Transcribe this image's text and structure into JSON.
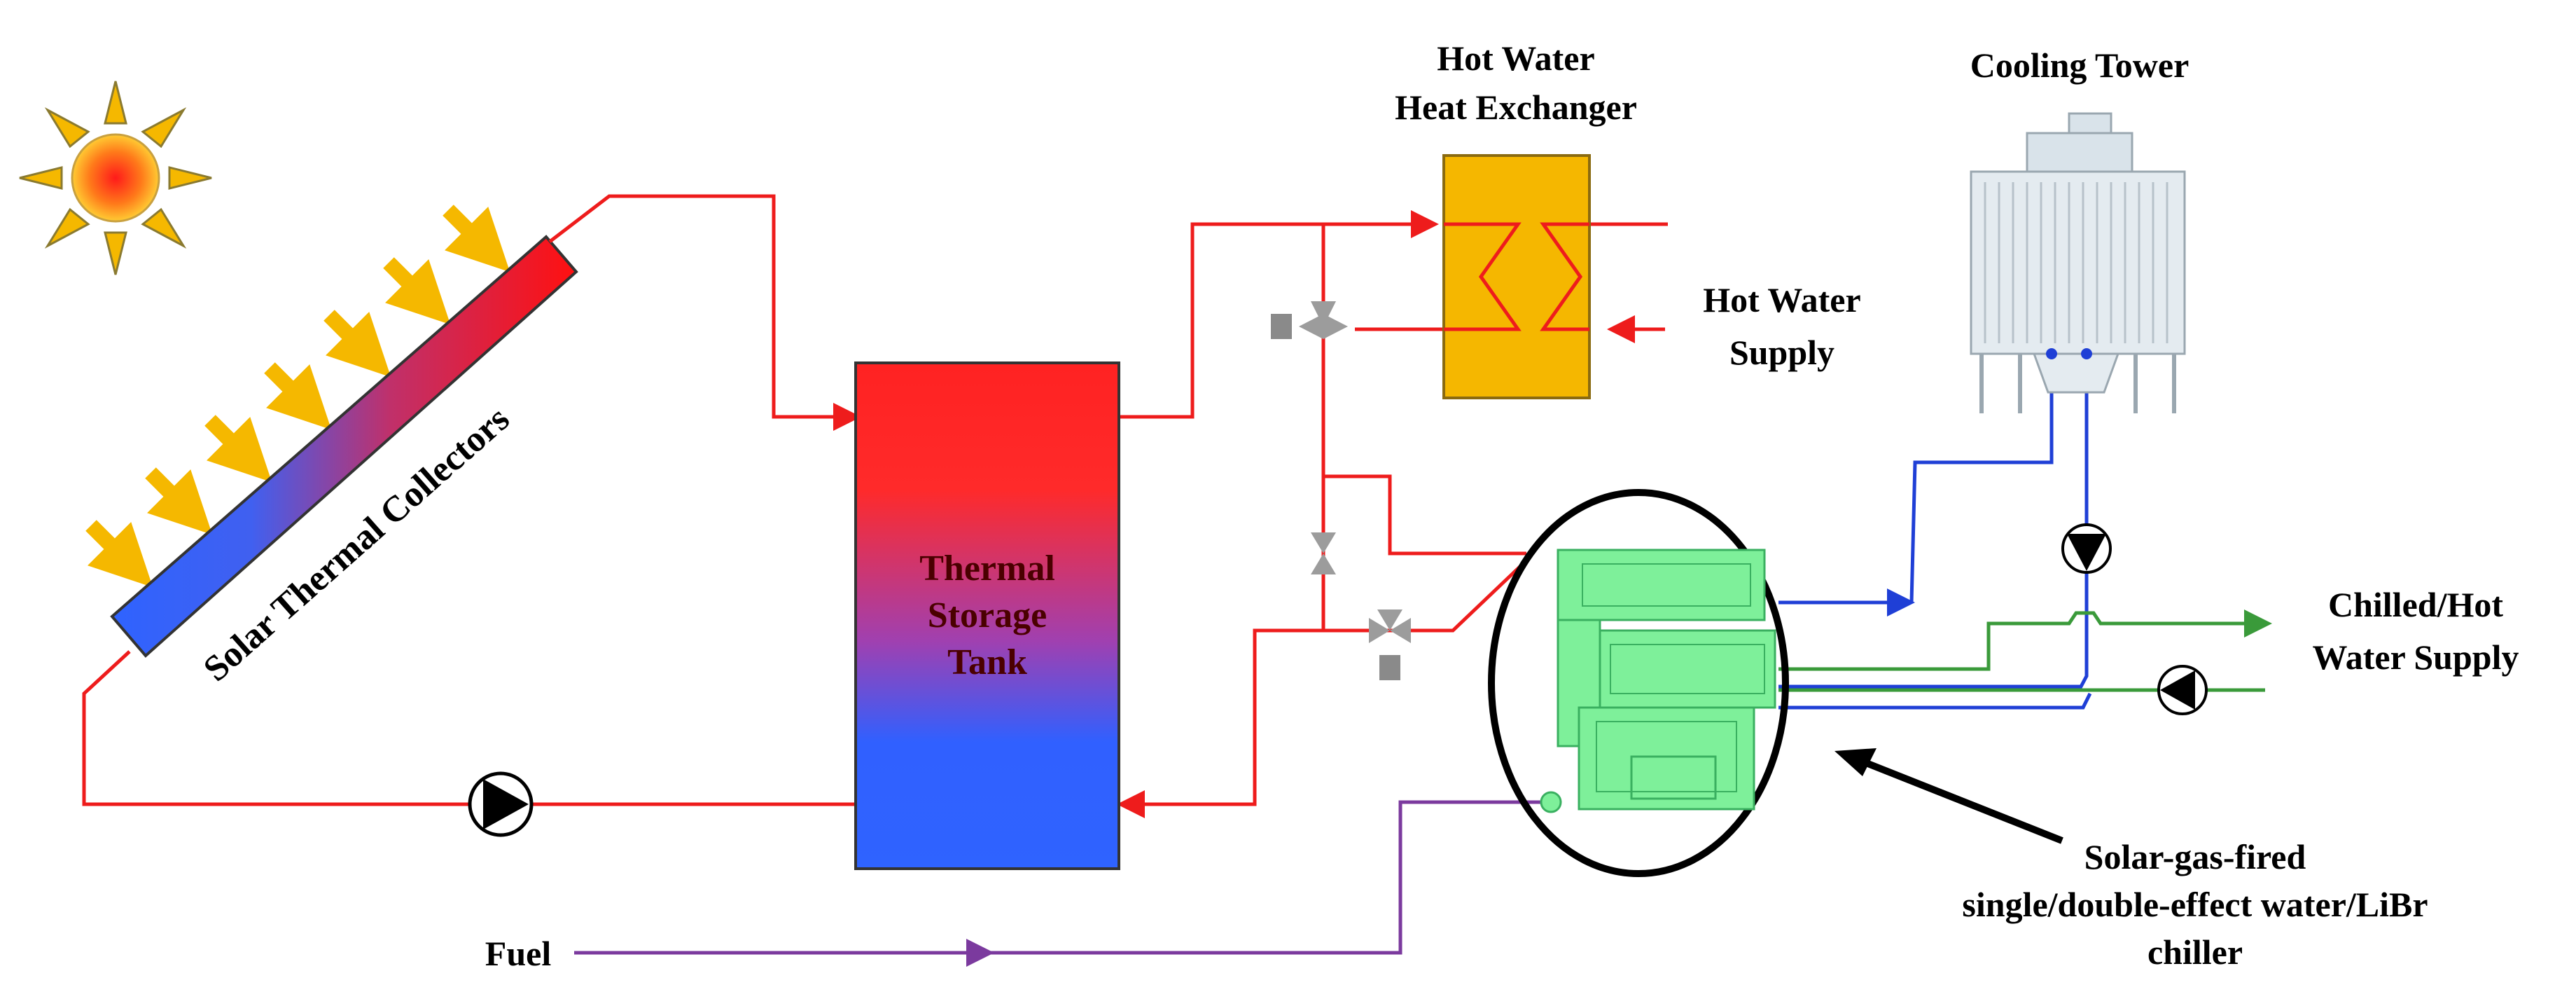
{
  "labels": {
    "solar_collectors": "Solar Thermal Collectors",
    "storage_tank_line1": "Thermal",
    "storage_tank_line2": "Storage",
    "storage_tank_line3": "Tank",
    "heat_exchanger_line1": "Hot Water",
    "heat_exchanger_line2": "Heat Exchanger",
    "cooling_tower": "Cooling Tower",
    "hot_water_supply_line1": "Hot Water",
    "hot_water_supply_line2": "Supply",
    "chilled_supply_line1": "Chilled/Hot",
    "chilled_supply_line2": "Water Supply",
    "chiller_line1": "Solar-gas-fired",
    "chiller_line2": "single/double-effect water/LiBr",
    "chiller_line3": "chiller",
    "fuel": "Fuel"
  },
  "colors": {
    "hot_pipe": "#ee1c1c",
    "cold_pipe": "#1f3fd6",
    "chilled_pipe": "#3a9a3a",
    "fuel_pipe": "#7b3a9e",
    "heat_exchanger": "#f5b700",
    "chiller": "#7ef09a",
    "sun_ray": "#f5b800"
  },
  "icons": {
    "sun": "sun-icon",
    "pump": "pump-icon",
    "valve": "valve-icon",
    "arrow": "arrow-icon"
  }
}
